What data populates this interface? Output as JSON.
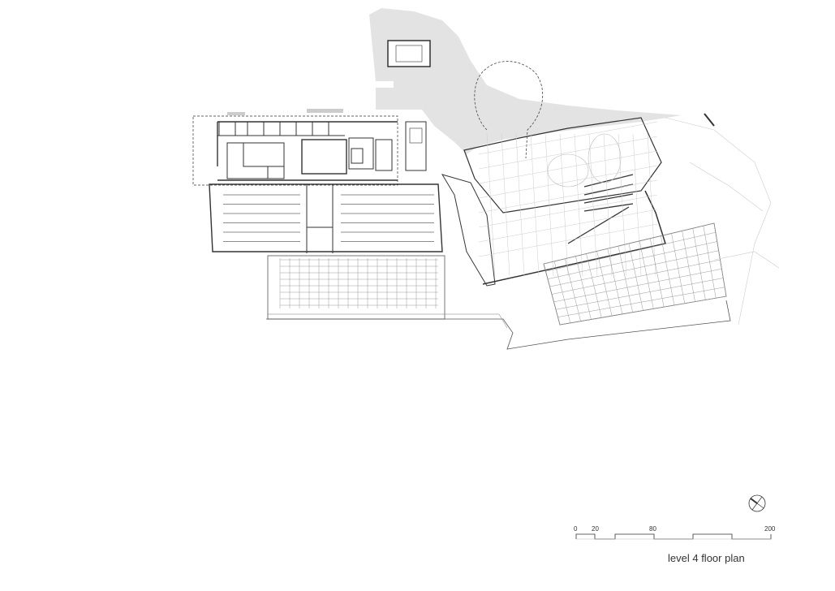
{
  "drawing": {
    "title": "level 4 floor plan",
    "scale_bar": {
      "ticks": [
        "0",
        "20",
        "80",
        "200"
      ]
    },
    "north_arrow": "north-arrow-icon",
    "colors": {
      "line": "#333333",
      "light_line": "#bbbbbb",
      "site_fill": "#e3e3e3"
    }
  }
}
